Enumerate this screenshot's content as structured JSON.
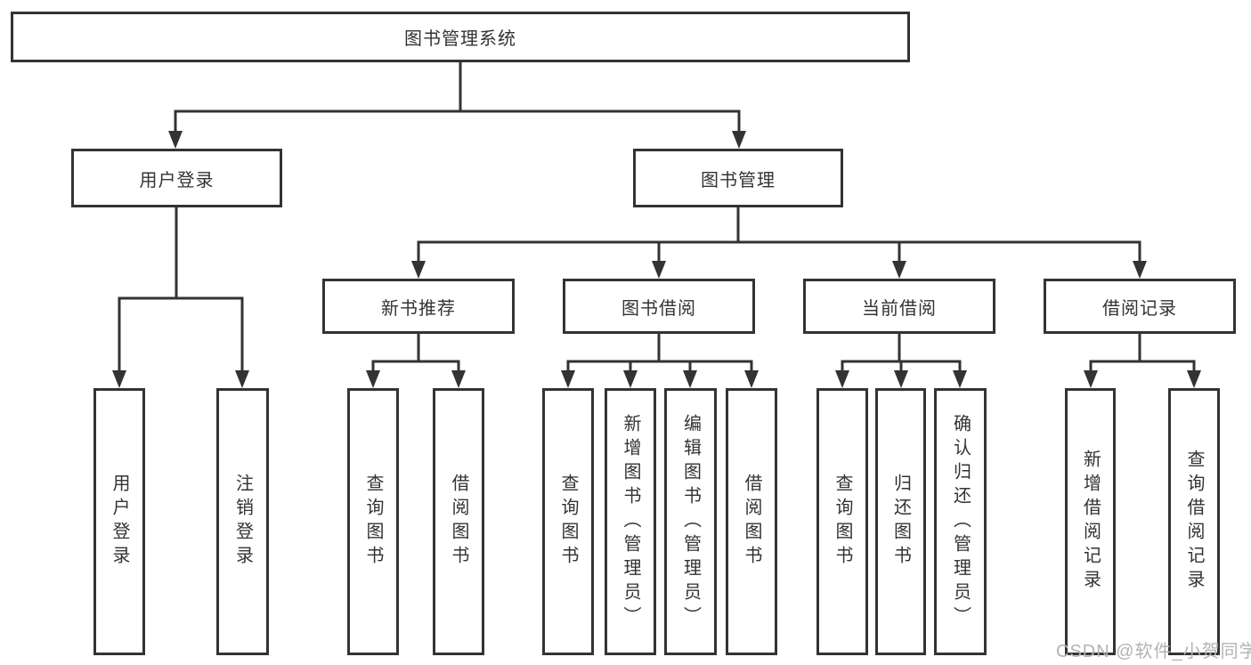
{
  "colors": {
    "line": "#333333",
    "box_border": "#333333",
    "text": "#333333",
    "watermark": "#b3b3b3",
    "background": "#ffffff"
  },
  "watermark": {
    "text": "CSDN @软件_小贺同学"
  },
  "tree": {
    "root": "图书管理系统",
    "branches": [
      {
        "label": "用户登录",
        "children": [
          "用户登录",
          "注销登录"
        ]
      },
      {
        "label": "图书管理",
        "children": [
          {
            "label": "新书推荐",
            "children": [
              "查询图书",
              "借阅图书"
            ]
          },
          {
            "label": "图书借阅",
            "children": [
              "查询图书",
              "新增图书（管理员）",
              "编辑图书（管理员）",
              "借阅图书"
            ]
          },
          {
            "label": "当前借阅",
            "children": [
              "查询图书",
              "归还图书",
              "确认归还（管理员）"
            ]
          },
          {
            "label": "借阅记录",
            "children": [
              "新增借阅记录",
              "查询借阅记录"
            ]
          }
        ]
      }
    ]
  }
}
